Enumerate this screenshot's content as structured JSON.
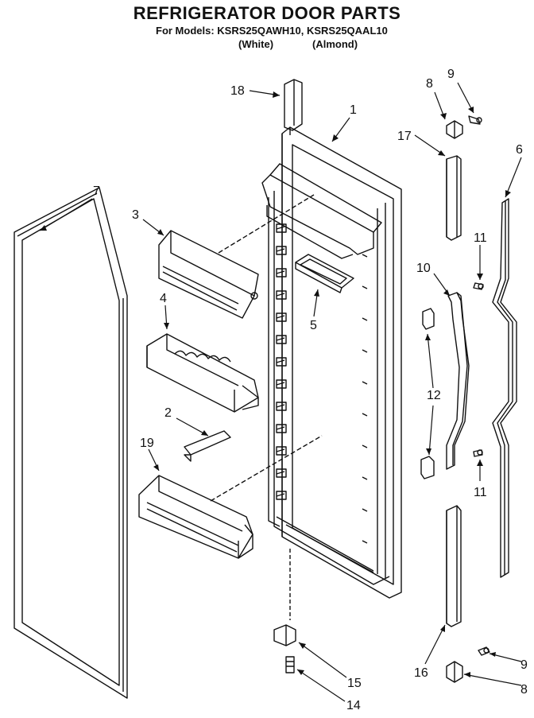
{
  "header": {
    "title": "REFRIGERATOR DOOR PARTS",
    "models_line": "For Models: KSRS25QAWH10, KSRS25QAAL10",
    "color_white": "(White)",
    "color_almond": "(Almond)"
  },
  "callouts": [
    "1",
    "2",
    "3",
    "4",
    "5",
    "6",
    "7",
    "8",
    "9",
    "10",
    "11",
    "12",
    "14",
    "15",
    "16",
    "17",
    "18",
    "19"
  ],
  "labels": {
    "c18": "18",
    "c1": "1",
    "c8a": "8",
    "c9a": "9",
    "c17": "17",
    "c6": "6",
    "c7": "7",
    "c3": "3",
    "c4": "4",
    "c5": "5",
    "c2": "2",
    "c19": "19",
    "c11a": "11",
    "c10": "10",
    "c12": "12",
    "c11b": "11",
    "c16": "16",
    "c9b": "9",
    "c8b": "8",
    "c15": "15",
    "c14": "14"
  }
}
